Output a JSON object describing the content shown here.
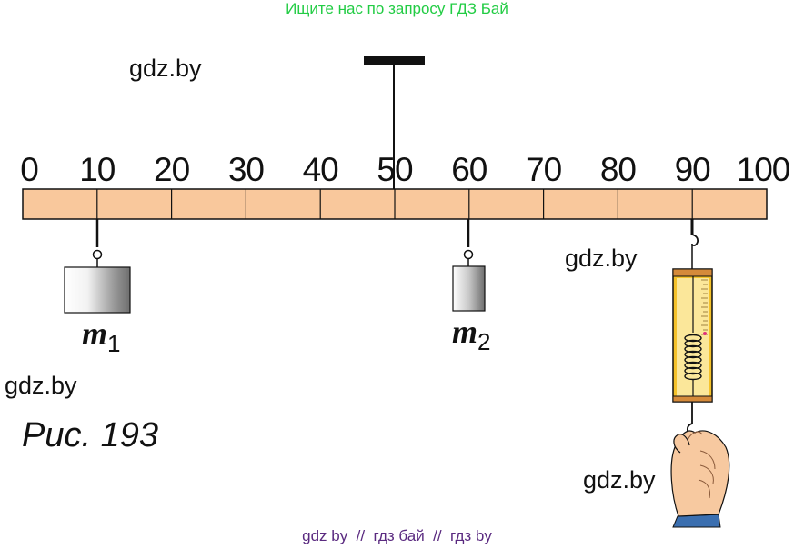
{
  "header": {
    "banner_text": "Ищите нас по запросу ГДЗ Бай"
  },
  "watermarks": [
    "gdz.by",
    "gdz.by",
    "gdz.by",
    "gdz.by"
  ],
  "ruler": {
    "labels": [
      "0",
      "10",
      "20",
      "30",
      "40",
      "50",
      "60",
      "70",
      "80",
      "90",
      "100"
    ],
    "bar_color": "#f9c89c",
    "pivot_value": 50
  },
  "masses": [
    {
      "symbol": "m",
      "index": "1",
      "hang_at": 10
    },
    {
      "symbol": "m",
      "index": "2",
      "hang_at": 60
    }
  ],
  "dynamometer": {
    "hang_at": 90,
    "body_color": "#f5c22a"
  },
  "caption": "Рис. 193",
  "footer": {
    "text": "gdz by  //  гдз бай  //  гдз by"
  }
}
